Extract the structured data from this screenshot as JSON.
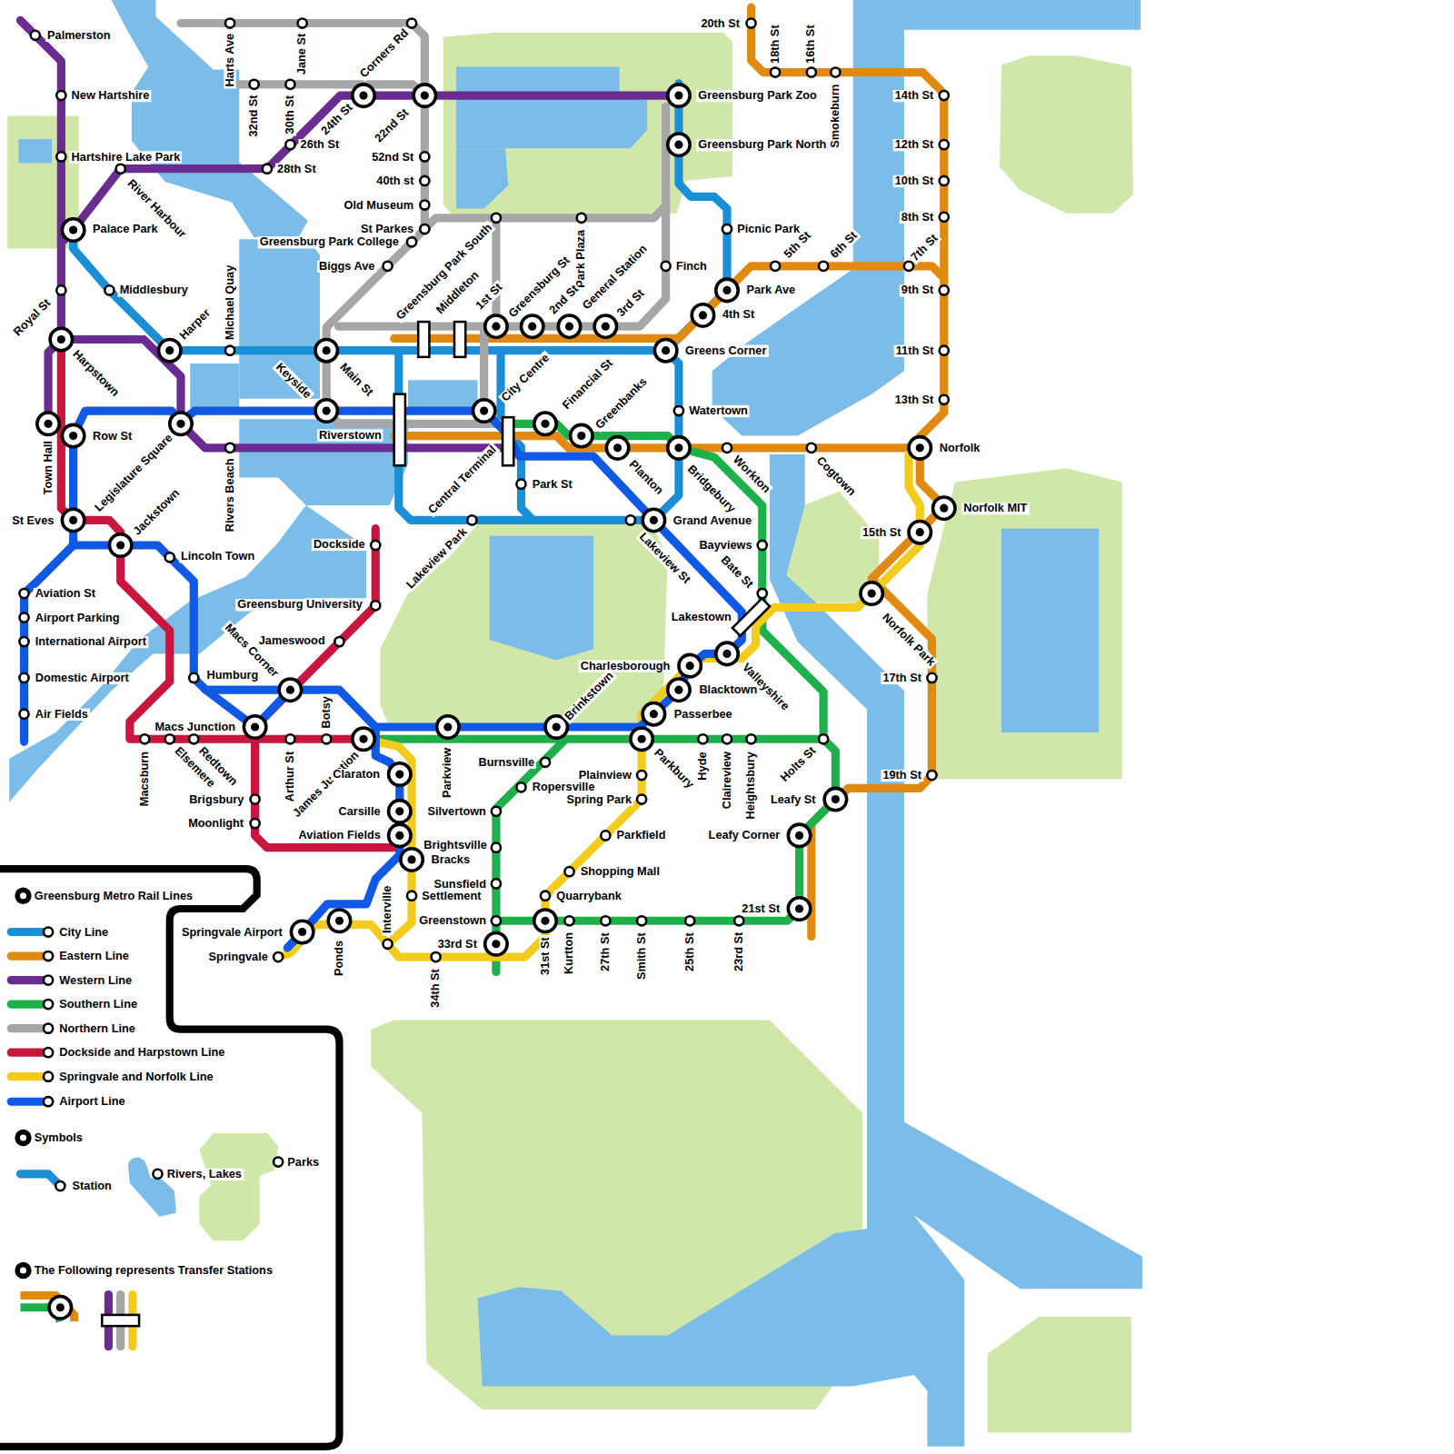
{
  "diagram": {
    "title": "Greensburg Metro Rail Lines",
    "labels": [
      "Palmerston",
      "New Hartshire",
      "Hartshire Lake Park",
      "River Harbour",
      "Palace Park",
      "28th St",
      "26th St",
      "24th St",
      "Corners Rd",
      "Harts Ave",
      "Jane St",
      "32nd St",
      "30th St",
      "22nd St",
      "52nd St",
      "40th st",
      "Old Museum",
      "St Parkes",
      "Greensburg Park College",
      "Biggs Ave",
      "Greensburg Park South",
      "Middleton",
      "1st St",
      "Greensburg St",
      "Park Plaza",
      "2nd St",
      "General Station",
      "3rd St",
      "Greensburg Park Zoo",
      "Greensburg Park North",
      "Picnic Park",
      "Finch",
      "Park Ave",
      "4th St",
      "Greens Corner",
      "5th St",
      "6th St",
      "7th St",
      "20th St",
      "18th St",
      "16th St",
      "Smokeburn",
      "14th St",
      "12th St",
      "10th St",
      "8th St",
      "9th St",
      "11th St",
      "13th St",
      "Norfolk",
      "Norfolk MIT",
      "15th St",
      "Norfolk Park",
      "17th St",
      "19th St",
      "Cogtown",
      "Workton",
      "Bridgebury",
      "Planton",
      "Greenbanks",
      "Financial St",
      "City Centre",
      "Watertown",
      "Grand Avenue",
      "Lakeview St",
      "Park St",
      "Central Terminal",
      "Lakeview Park",
      "Riverstown",
      "Keyside",
      "Main St",
      "Michael Quay",
      "Middlesbury",
      "Harper",
      "Royal St",
      "Harpstown",
      "Town Hall",
      "Row St",
      "Legislature Square",
      "Rivers Beach",
      "St Eves",
      "Jackstown",
      "Lincoln Town",
      "Aviation St",
      "Airport Parking",
      "International Airport",
      "Domestic Airport",
      "Air Fields",
      "Dockside",
      "Greensburg University",
      "Jameswood",
      "Macs Corner",
      "Humburg",
      "Macs Junction",
      "Macsburn",
      "Elsemere",
      "Redtown",
      "Arthur St",
      "Botsy",
      "James Junction",
      "Parkview",
      "Brinkstown",
      "Claraton",
      "Carsille",
      "Aviation Fields",
      "Brightsville",
      "Bracks",
      "Sunsfield",
      "Settlement",
      "Greenstown",
      "33rd St",
      "34th St",
      "Interville",
      "Ponds",
      "Springvale Airport",
      "Springvale",
      "Brigsbury",
      "Moonlight",
      "Burnsville",
      "Ropersville",
      "Silvertown",
      "Plainview",
      "Spring Park",
      "Parkfield",
      "Shopping Mall",
      "Quarrybank",
      "31st St",
      "Kurtton",
      "27th St",
      "Smith St",
      "25th St",
      "23rd St",
      "21st St",
      "Leafy Corner",
      "Leafy St",
      "Holts St",
      "Heightsbury",
      "Claireview",
      "Hyde",
      "Parkbury",
      "Passerbee",
      "Blacktown",
      "Charlesborough",
      "Valleyshire",
      "Lakestown",
      "Bate St",
      "Bayviews",
      "Symbols",
      "The Following represents Transfer Stations"
    ],
    "legend": [
      {
        "text": "City Line",
        "color": "#1a8fd6"
      },
      {
        "text": "Eastern Line",
        "color": "#e08a12"
      },
      {
        "text": "Western Line",
        "color": "#6a2c91"
      },
      {
        "text": "Southern Line",
        "color": "#1db04b"
      },
      {
        "text": "Northern Line",
        "color": "#a6a6a6"
      },
      {
        "text": "Dockside and Harpstown Line",
        "color": "#c8163f"
      },
      {
        "text": "Springvale and Norfolk Line",
        "color": "#f2cb1d"
      },
      {
        "text": "Airport Line",
        "color": "#1059e5"
      },
      {
        "text": "Station"
      },
      {
        "text": "Rivers, Lakes",
        "color": "#7bbde8"
      },
      {
        "text": "Parks",
        "color": "#d1e6a9"
      }
    ]
  }
}
